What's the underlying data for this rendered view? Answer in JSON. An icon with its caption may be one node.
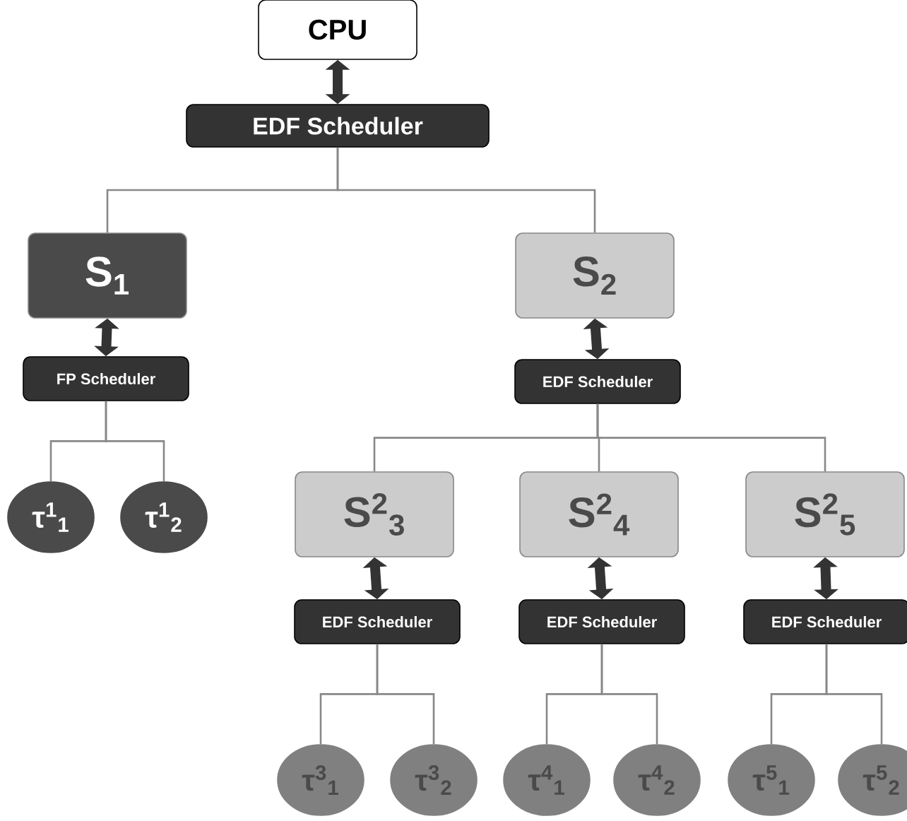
{
  "diagram": {
    "nodes": [
      {
        "text": [
          "CPU"
        ]
      },
      {
        "text": [
          "EDF Scheduler"
        ]
      },
      {
        "text": [
          "S$_{1}$"
        ]
      },
      {
        "text": [
          "S$_{2}$"
        ]
      },
      {
        "text": [
          "FP Scheduler"
        ]
      },
      {
        "text": [
          "EDF Scheduler"
        ]
      },
      {
        "text": [
          "τ$^{1}$$_{1}$"
        ]
      },
      {
        "text": [
          "τ$^{1}$$_{2}$"
        ]
      },
      {
        "text": [
          "S$^{2}$$_{3}$"
        ]
      },
      {
        "text": [
          "S$^{2}$$_{4}$"
        ]
      },
      {
        "text": [
          "S$^{2}$$_{5}$"
        ]
      },
      {
        "text": [
          "EDF Scheduler"
        ]
      },
      {
        "text": [
          "EDF Scheduler"
        ]
      },
      {
        "text": [
          "EDF Scheduler"
        ]
      },
      {
        "text": [
          "τ$^{3}$$_{1}$"
        ]
      },
      {
        "text": [
          "τ$^{3}$$_{2}$"
        ]
      },
      {
        "text": [
          "τ$^{4}$$_{1}$"
        ]
      },
      {
        "text": [
          "τ$^{4}$$_{2}$"
        ]
      },
      {
        "text": [
          "τ$^{5}$$_{1}$"
        ]
      },
      {
        "text": [
          "τ$^{5}$$_{2}$"
        ]
      }
    ],
    "edges": [
      {
        "from": 0,
        "to": 1,
        "arrow": "both",
        "style": "thick",
        "color": "#333333"
      },
      {
        "from": 1,
        "to": 2,
        "arrow": "none"
      },
      {
        "from": 1,
        "to": 3,
        "arrow": "none"
      },
      {
        "from": 2,
        "to": 4,
        "arrow": "both",
        "style": "thick",
        "color": "#333333"
      },
      {
        "from": 3,
        "to": 5,
        "arrow": "both",
        "style": "thick",
        "color": "#333333"
      },
      {
        "from": 4,
        "to": 6,
        "arrow": "none"
      },
      {
        "from": 4,
        "to": 7,
        "arrow": "none"
      },
      {
        "from": 5,
        "to": 8,
        "arrow": "none"
      },
      {
        "from": 5,
        "to": 9,
        "arrow": "none"
      },
      {
        "from": 5,
        "to": 10,
        "arrow": "none"
      },
      {
        "from": 8,
        "to": 11,
        "arrow": "both",
        "style": "thick",
        "color": "#333333"
      },
      {
        "from": 9,
        "to": 12,
        "arrow": "both",
        "style": "thick",
        "color": "#333333"
      },
      {
        "from": 10,
        "to": 13,
        "arrow": "both",
        "style": "thick",
        "color": "#333333"
      },
      {
        "from": 11,
        "to": 14,
        "arrow": "none"
      },
      {
        "from": 11,
        "to": 15,
        "arrow": "none"
      },
      {
        "from": 12,
        "to": 16,
        "arrow": "none"
      },
      {
        "from": 12,
        "to": 17,
        "arrow": "none"
      },
      {
        "from": 13,
        "to": 18,
        "arrow": "none"
      },
      {
        "from": 13,
        "to": 19,
        "arrow": "none"
      }
    ]
  }
}
